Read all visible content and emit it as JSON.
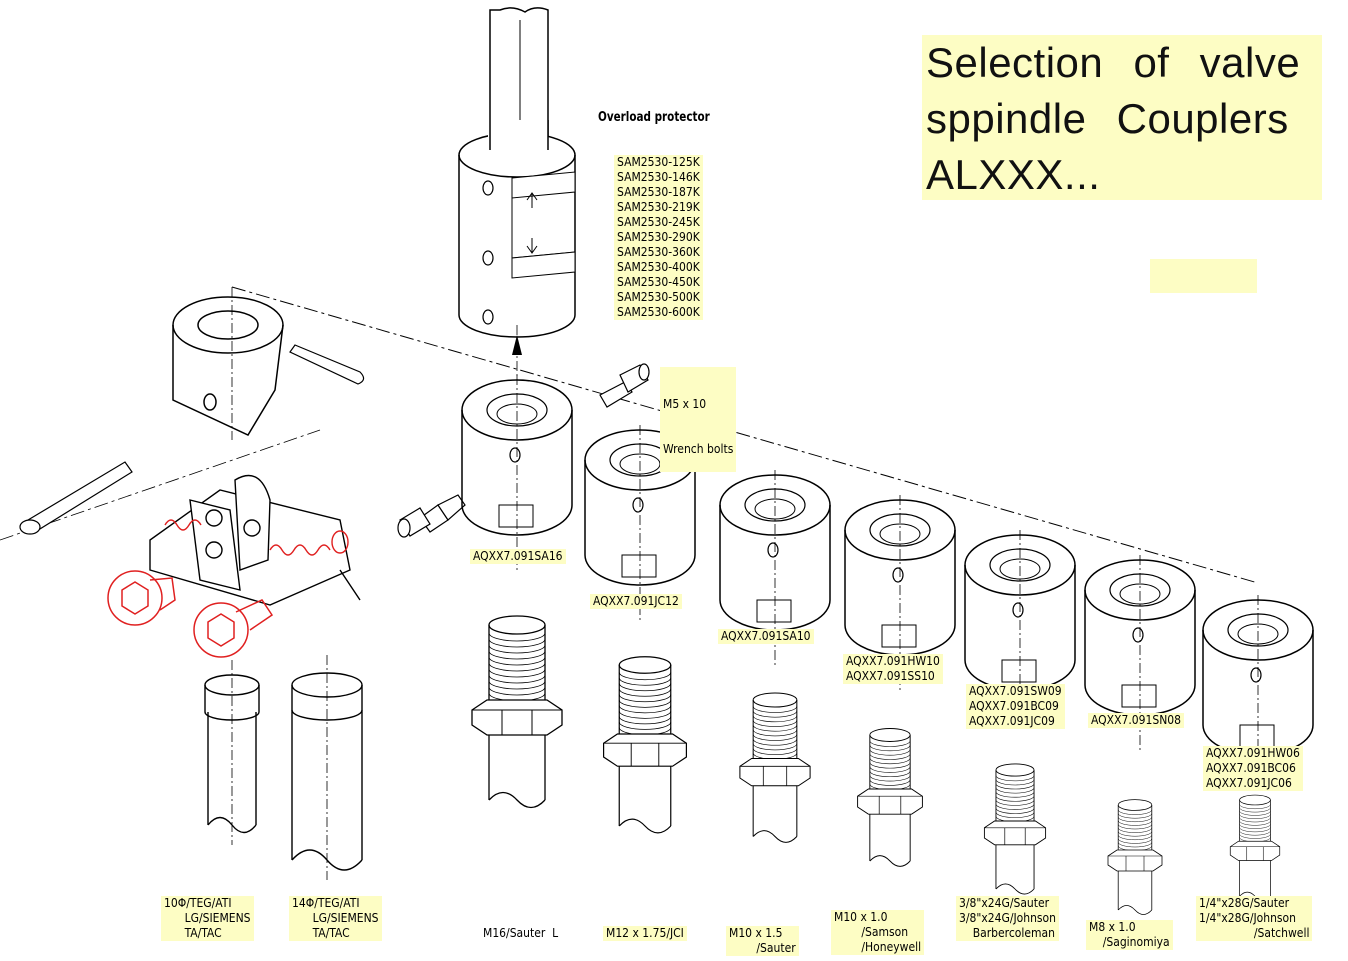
{
  "title": {
    "line1": "Selection of valve",
    "line2": "sppindle Couplers",
    "line3": "ALXXX..."
  },
  "overload_label": "Overload protector",
  "sam_models": [
    "SAM2530-125K",
    "SAM2530-146K",
    "SAM2530-187K",
    "SAM2530-219K",
    "SAM2530-245K",
    "SAM2530-290K",
    "SAM2530-360K",
    "SAM2530-400K",
    "SAM2530-450K",
    "SAM2530-500K",
    "SAM2530-600K"
  ],
  "bolts_label": {
    "line1": "M5 x 10",
    "line2": "Wrench bolts"
  },
  "coupler_labels": {
    "sa16": "AQXX7.091SA16",
    "jc12": "AQXX7.091JC12",
    "sa10": "AQXX7.091SA10",
    "hw10": "AQXX7.091HW10\nAQXX7.091SS10",
    "sw09": "AQXX7.091SW09\nAQXX7.091BC09\nAQXX7.091JC09",
    "sn08": "AQXX7.091SN08",
    "hw06": "AQXX7.091HW06\nAQXX7.091BC06\nAQXX7.091JC06"
  },
  "stem_labels": {
    "d10": "10Φ/TEG/ATI\n      LG/SIEMENS\n      TA/TAC",
    "d14": "14Φ/TEG/ATI\n      LG/SIEMENS\n      TA/TAC",
    "m16": "M16/Sauter  L",
    "m12": "M12 x 1.75/JCI",
    "m10s": "M10 x 1.5\n        /Sauter",
    "m10h": "M10 x 1.0\n        /Samson\n        /Honeywell",
    "in38": "3/8\"x24G/Sauter\n3/8\"x24G/Johnson\n    Barbercoleman",
    "m8": "M8 x 1.0\n    /Saginomiya",
    "in14": "1/4\"x28G/Sauter\n1/4\"x28G/Johnson\n                /Satchwell"
  },
  "colors": {
    "label_bg": "#fdfdc4",
    "line": "#000000",
    "accent": "#e02020"
  }
}
